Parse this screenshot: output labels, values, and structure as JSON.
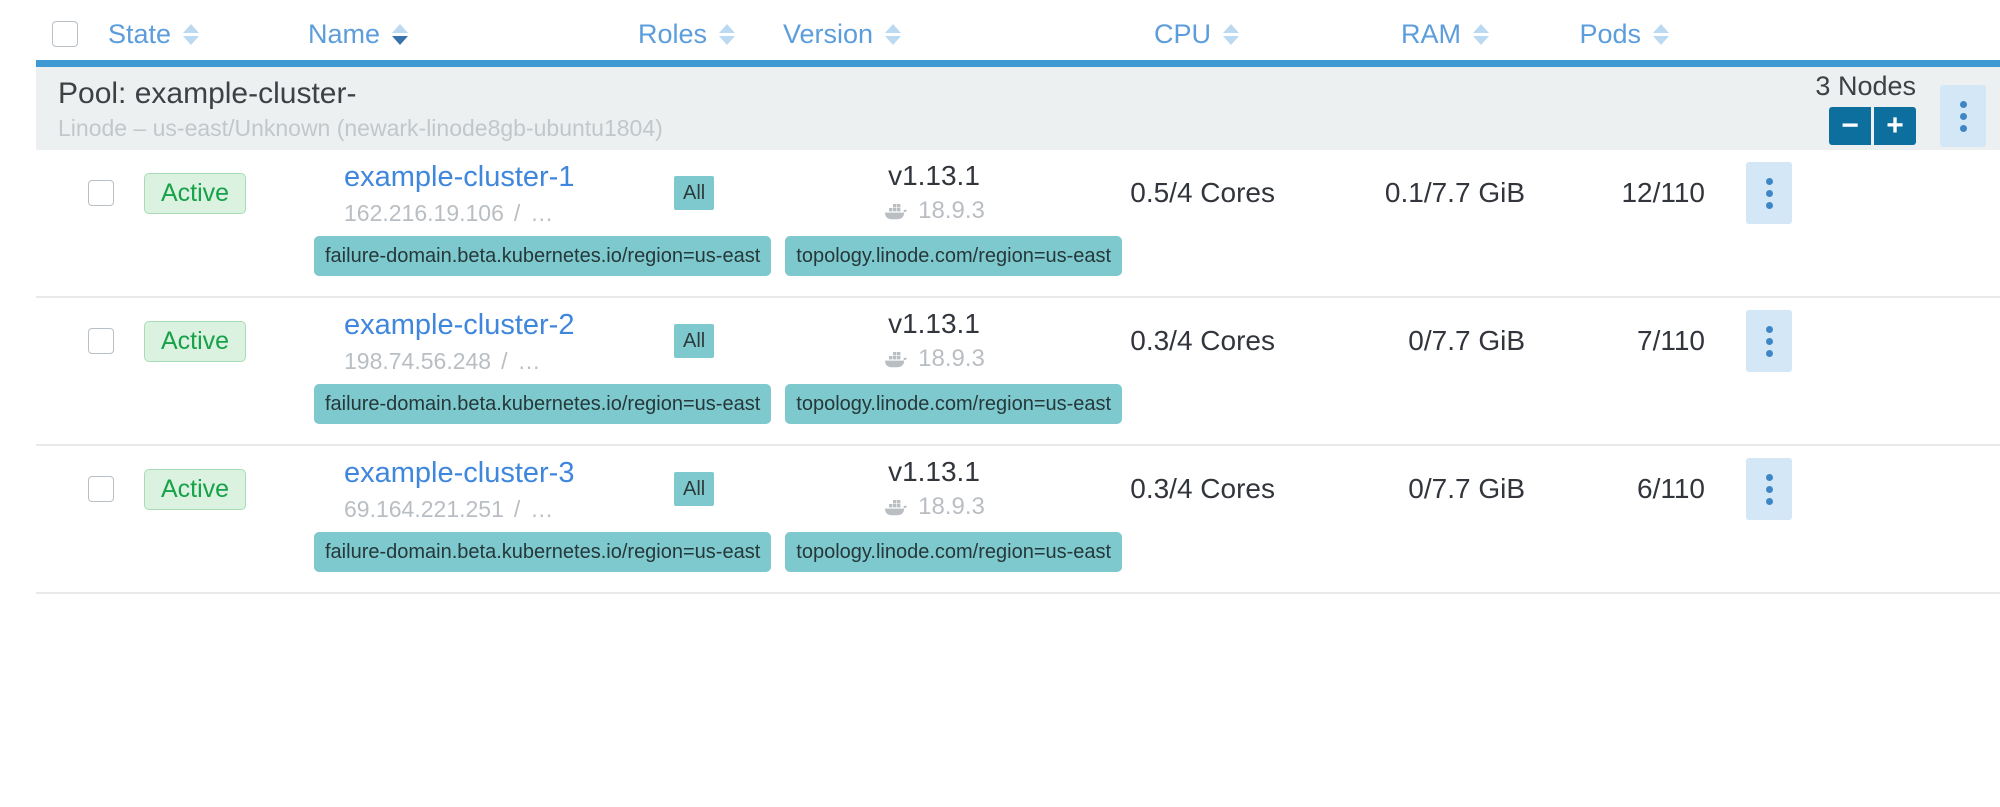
{
  "table": {
    "columns": [
      {
        "key": "checkbox",
        "label": "",
        "sortable": false,
        "align": "right"
      },
      {
        "key": "state",
        "label": "State",
        "sortable": true,
        "sorted": false,
        "align": "left"
      },
      {
        "key": "name",
        "label": "Name",
        "sortable": true,
        "sorted": true,
        "sort_direction": "desc",
        "align": "left"
      },
      {
        "key": "roles",
        "label": "Roles",
        "sortable": true,
        "sorted": false,
        "align": "left"
      },
      {
        "key": "version",
        "label": "Version",
        "sortable": true,
        "sorted": false,
        "align": "left"
      },
      {
        "key": "cpu",
        "label": "CPU",
        "sortable": true,
        "sorted": false,
        "align": "right"
      },
      {
        "key": "ram",
        "label": "RAM",
        "sortable": true,
        "sorted": false,
        "align": "right"
      },
      {
        "key": "pods",
        "label": "Pods",
        "sortable": true,
        "sorted": false,
        "align": "right"
      }
    ],
    "select_all_checkbox_checked": false
  },
  "pool": {
    "title": "Pool: example-cluster-",
    "subtitle": "Linode – us-east/Unknown (newark-linode8gb-ubuntu1804)",
    "node_count_label": "3 Nodes",
    "decrement_label": "−",
    "increment_label": "+",
    "menu_icon": "kebab-menu-icon"
  },
  "nodes": [
    {
      "checkbox_checked": false,
      "state": "Active",
      "name": "example-cluster-1",
      "ip": "162.216.19.106",
      "ip_separator": "/",
      "ip_more": "…",
      "roles": "All",
      "k8s_version": "v1.13.1",
      "docker_version": "18.9.3",
      "docker_icon": "docker-whale-icon",
      "cpu": "0.5/4 Cores",
      "ram": "0.1/7.7 GiB",
      "pods": "12/110",
      "menu_icon": "kebab-menu-icon",
      "labels": [
        "failure-domain.beta.kubernetes.io/region=us-east",
        "topology.linode.com/region=us-east"
      ]
    },
    {
      "checkbox_checked": false,
      "state": "Active",
      "name": "example-cluster-2",
      "ip": "198.74.56.248",
      "ip_separator": "/",
      "ip_more": "…",
      "roles": "All",
      "k8s_version": "v1.13.1",
      "docker_version": "18.9.3",
      "docker_icon": "docker-whale-icon",
      "cpu": "0.3/4 Cores",
      "ram": "0/7.7 GiB",
      "pods": "7/110",
      "menu_icon": "kebab-menu-icon",
      "labels": [
        "failure-domain.beta.kubernetes.io/region=us-east",
        "topology.linode.com/region=us-east"
      ]
    },
    {
      "checkbox_checked": false,
      "state": "Active",
      "name": "example-cluster-3",
      "ip": "69.164.221.251",
      "ip_separator": "/",
      "ip_more": "…",
      "roles": "All",
      "k8s_version": "v1.13.1",
      "docker_version": "18.9.3",
      "docker_icon": "docker-whale-icon",
      "cpu": "0.3/4 Cores",
      "ram": "0/7.7 GiB",
      "pods": "6/110",
      "menu_icon": "kebab-menu-icon",
      "labels": [
        "failure-domain.beta.kubernetes.io/region=us-east",
        "topology.linode.com/region=us-east"
      ]
    }
  ],
  "colors": {
    "header_link": "#5c9ddb",
    "divider_blue": "#3f9ad4",
    "pool_band": "#edf0f0",
    "active_badge_text": "#17a148",
    "active_badge_bg": "#dcf2e1",
    "chip_teal": "#7ec9ce",
    "button_blue": "#0d6f9e",
    "kebab_bg": "#d3e7f7",
    "node_link": "#3f86dd",
    "muted_text": "#b9bec3"
  }
}
